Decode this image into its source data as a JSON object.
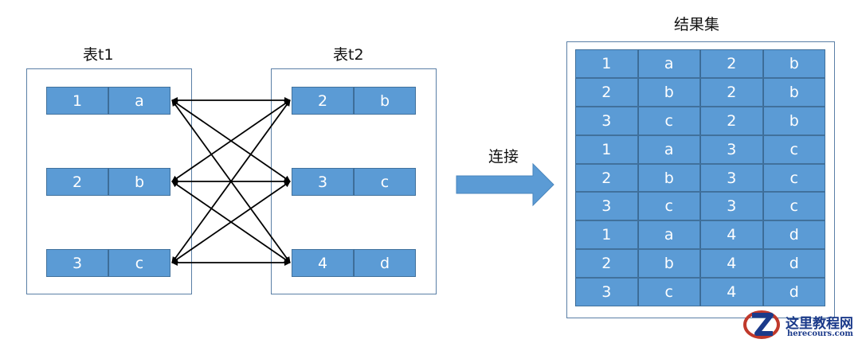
{
  "table1": {
    "title": "表t1",
    "rows": [
      [
        "1",
        "a"
      ],
      [
        "2",
        "b"
      ],
      [
        "3",
        "c"
      ]
    ]
  },
  "table2": {
    "title": "表t2",
    "rows": [
      [
        "2",
        "b"
      ],
      [
        "3",
        "c"
      ],
      [
        "4",
        "d"
      ]
    ]
  },
  "arrow_label": "连接",
  "result": {
    "title": "结果集",
    "rows": [
      [
        "1",
        "a",
        "2",
        "b"
      ],
      [
        "2",
        "b",
        "2",
        "b"
      ],
      [
        "3",
        "c",
        "2",
        "b"
      ],
      [
        "1",
        "a",
        "3",
        "c"
      ],
      [
        "2",
        "b",
        "3",
        "c"
      ],
      [
        "3",
        "c",
        "3",
        "c"
      ],
      [
        "1",
        "a",
        "4",
        "d"
      ],
      [
        "2",
        "b",
        "4",
        "d"
      ],
      [
        "3",
        "c",
        "4",
        "d"
      ]
    ]
  },
  "colors": {
    "cell_fill": "#5b9bd5",
    "cell_border": "#41719c",
    "frame_border": "#5a7fa6",
    "arrow_fill": "#5b9bd5"
  },
  "watermark": {
    "name": "这里教程网",
    "url": "herecours.com"
  }
}
